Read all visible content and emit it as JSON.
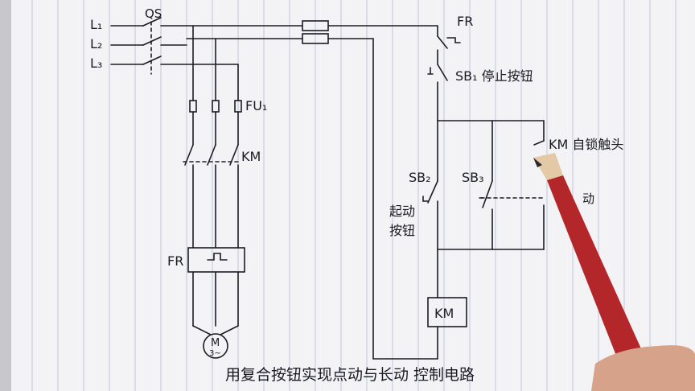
{
  "labels": {
    "l1": "L₁",
    "l2": "L₂",
    "l3": "L₃",
    "qs": "QS",
    "fu": "FU₁",
    "km_main": "KM",
    "fr_main": "FR",
    "fr_ctrl": "FR",
    "sb1": "SB₁ 停止按钮",
    "km_selflock": "KM 自锁触头",
    "sb2": "SB₂",
    "sb3": "SB₃",
    "start_button_line1": "起动",
    "start_button_line2": "按钮",
    "jog_fragment": "动",
    "km_coil": "KM",
    "motor_m": "M",
    "motor_phase": "3~",
    "caption": "用复合按钮实现点动与长动 控制电路"
  },
  "colors": {
    "paper": "#f4f4f6",
    "ink": "#1c1c24",
    "rule": "#b9bfd6",
    "pencil": "#b3262a",
    "hand": "#d6a38a"
  }
}
